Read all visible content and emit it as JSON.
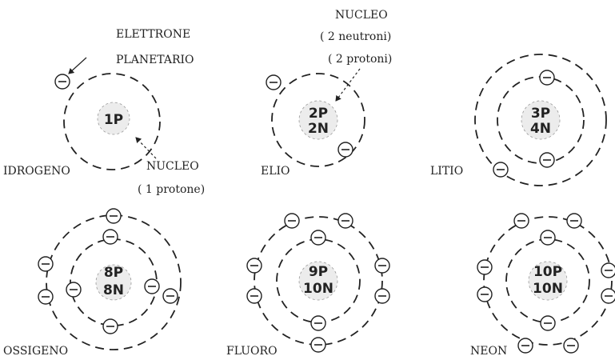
{
  "atoms": [
    {
      "name": "IDROGENO",
      "nucleus_top": "1P",
      "nucleus_bottom": ""
    },
    {
      "name": "ELIO",
      "nucleus_top": "2P",
      "nucleus_bottom": "2N"
    },
    {
      "name": "LITIO",
      "nucleus_top": "3P",
      "nucleus_bottom": "4N"
    },
    {
      "name": "OSSIGENO",
      "nucleus_top": "8P",
      "nucleus_bottom": "8N"
    },
    {
      "name": "FLUORO",
      "nucleus_top": "9P",
      "nucleus_bottom": "10N"
    },
    {
      "name": "NEON",
      "nucleus_top": "10P",
      "nucleus_bottom": "10N"
    }
  ],
  "annotations": {
    "electron_line1": "ELETTRONE",
    "electron_line2": "PLANETARIO",
    "h_nucleus_line1": "NUCLEO",
    "h_nucleus_line2": "( 1 protone)",
    "he_nucleus_line1": "NUCLEO",
    "he_nucleus_line2": "( 2 neutroni)",
    "he_nucleus_line3": "( 2 protoni)"
  }
}
